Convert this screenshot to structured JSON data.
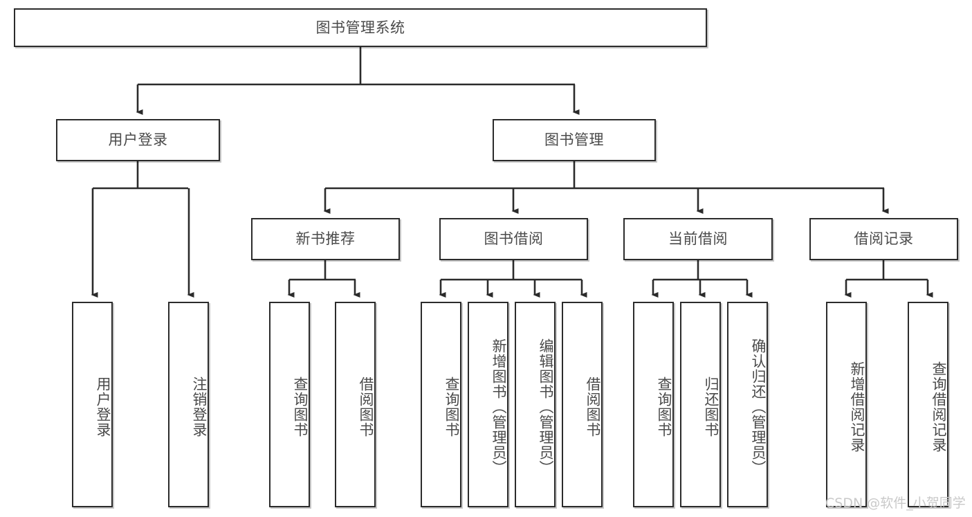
{
  "diagram": {
    "title": "图书管理系统",
    "type": "tree-hierarchy-diagram",
    "watermark": "CSDN @软件_小贺同学",
    "colors": {
      "box_border": "#2b2b2b",
      "box_fill": "#ffffff",
      "text": "#4a4a4a",
      "edge": "#2b2b2b",
      "watermark": "#c9c9c9",
      "background": "#ffffff"
    },
    "root": {
      "label": "图书管理系统"
    },
    "level1": [
      {
        "label": "用户登录"
      },
      {
        "label": "图书管理"
      }
    ],
    "level2": [
      {
        "label": "新书推荐"
      },
      {
        "label": "图书借阅"
      },
      {
        "label": "当前借阅"
      },
      {
        "label": "借阅记录"
      }
    ],
    "leaves": {
      "user_login": [
        {
          "label": "用户登录"
        },
        {
          "label": "注销登录"
        }
      ],
      "new_book_recommend": [
        {
          "label": "查询图书"
        },
        {
          "label": "借阅图书"
        }
      ],
      "book_borrow": [
        {
          "label": "查询图书"
        },
        {
          "label": "新增图书（管理员）"
        },
        {
          "label": "编辑图书（管理员）"
        },
        {
          "label": "借阅图书"
        }
      ],
      "current_borrow": [
        {
          "label": "查询图书"
        },
        {
          "label": "归还图书"
        },
        {
          "label": "确认归还（管理员）"
        }
      ],
      "borrow_record": [
        {
          "label": "新增借阅记录"
        },
        {
          "label": "查询借阅记录"
        }
      ]
    }
  }
}
